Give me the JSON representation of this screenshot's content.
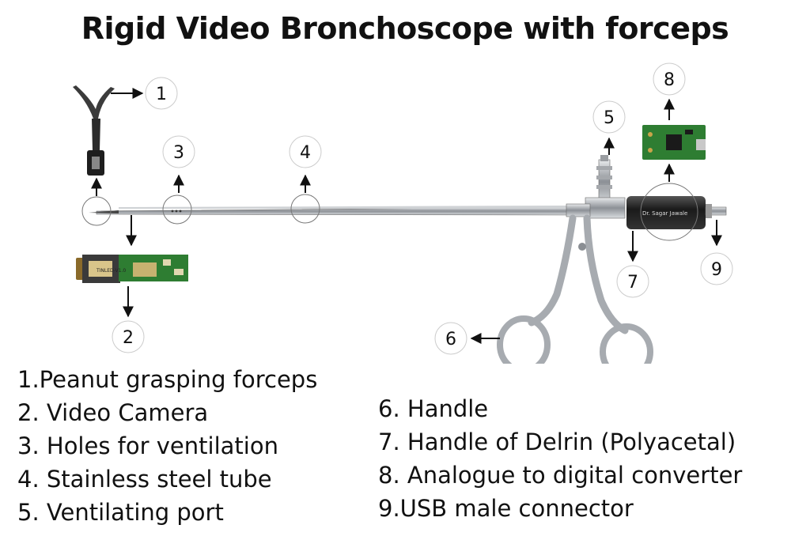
{
  "title": "Rigid Video Bronchoscope with forceps",
  "callouts": [
    "1",
    "2",
    "3",
    "4",
    "5",
    "6",
    "7",
    "8",
    "9"
  ],
  "handle_engraving": "Dr. Sagar Jawale",
  "camera_engraving": "TINLED-V1.0",
  "legend_left": [
    "1.Peanut grasping forceps",
    "2. Video Camera",
    "3. Holes for ventilation",
    "4. Stainless steel tube",
    "5. Ventilating port"
  ],
  "legend_right": [
    "6. Handle",
    "7. Handle of Delrin (Polyacetal)",
    "8. Analogue to digital converter",
    "9.USB male connector"
  ],
  "colors": {
    "steel": "#b9bcc0",
    "delrin": "#1c1c1c",
    "pcb": "#2e7d32",
    "background": "#ffffff"
  }
}
